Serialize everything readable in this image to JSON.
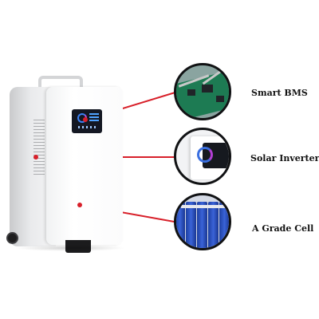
{
  "callouts": [
    {
      "id": "bms",
      "label": "Smart BMS"
    },
    {
      "id": "inverter",
      "label": "Solar Inverter"
    },
    {
      "id": "cell",
      "label": "A Grade Cell"
    }
  ],
  "colors": {
    "callout_line": "#d8202a",
    "circle_border": "#111214",
    "cabinet": "#ffffff",
    "display": "#141823",
    "cell_blue": "#2f55c8",
    "pcb_green": "#1d7b53"
  },
  "icons": [
    "battery-cabinet-image",
    "pcb-detail-image",
    "inverter-display-image",
    "battery-cell-image"
  ]
}
